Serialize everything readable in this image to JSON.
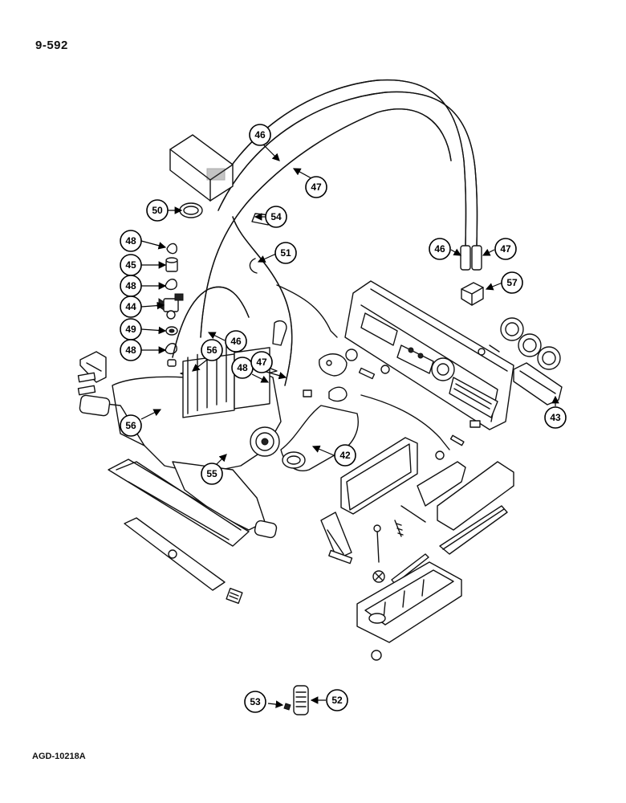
{
  "page_code": "9-592",
  "footer_code": "AGD-10218A",
  "callouts": {
    "c46a": "46",
    "c47a": "47",
    "c50": "50",
    "c54": "54",
    "c51": "51",
    "c48a": "48",
    "c45": "45",
    "c48b": "48",
    "c44": "44",
    "c49": "49",
    "c48c": "48",
    "c46b": "46",
    "c56a": "56",
    "c48d": "48",
    "c47b": "47",
    "c56b": "56",
    "c55": "55",
    "c42": "42",
    "c46c": "46",
    "c47c": "47",
    "c57": "57",
    "c43": "43",
    "c53": "53",
    "c52": "52"
  }
}
